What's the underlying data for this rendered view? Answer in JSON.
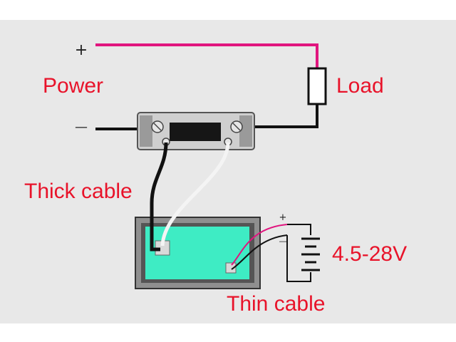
{
  "labels": {
    "power": "Power",
    "load": "Load",
    "thick_cable": "Thick cable",
    "thin_cable": "Thin cable",
    "voltage": "4.5-28V",
    "power_plus": "+",
    "power_minus": "—",
    "supply_plus": "+",
    "supply_minus": "—"
  },
  "colors": {
    "background": "#e8e8e8",
    "label_red": "#e8132a",
    "positive_wire": "#e0157e",
    "negative_wire": "#111111",
    "shunt_body": "#2a2a2a",
    "meter_screen": "#3eecc4",
    "meter_frame": "#444444"
  }
}
